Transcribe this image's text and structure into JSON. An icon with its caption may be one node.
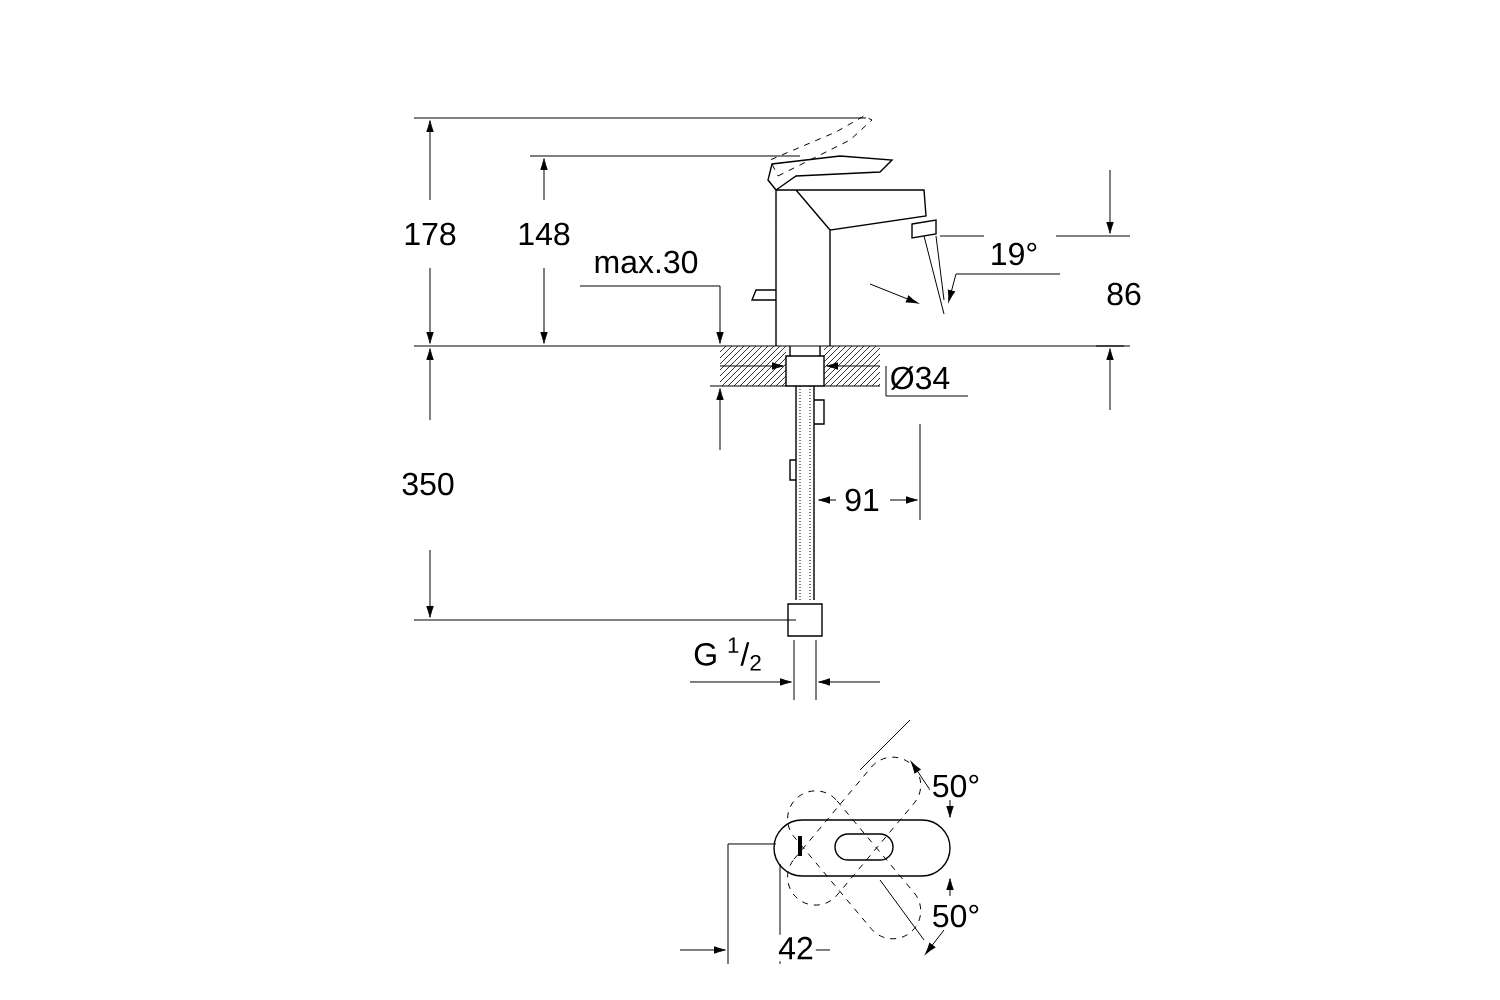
{
  "diagram": {
    "labels": [
      "178",
      "148",
      "max.30",
      "19°",
      "86",
      "Ø34",
      "350",
      "91",
      "G $^{1}$/$_{2}$",
      "50°",
      "50°",
      "42"
    ]
  }
}
